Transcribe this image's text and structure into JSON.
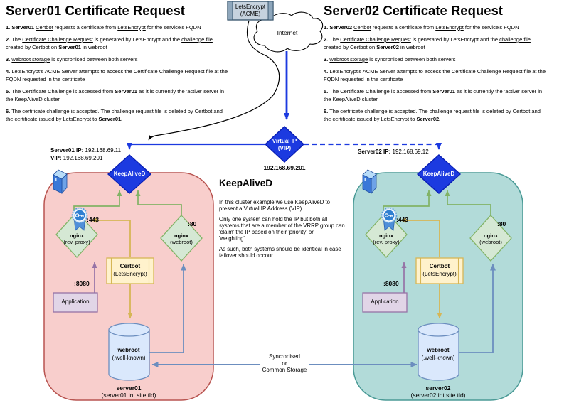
{
  "left_panel": {
    "title": "Server01 Certificate Request",
    "steps": [
      "<b>1. Server01</b> <u>Certbot</u> requests a certificate from <u>LetsEncrypt</u> for the service's FQDN",
      "<b>2.</b> The <u>Certificate Challenge Request</u> is generated by LetsEncrypt and the <u>challenge file</u><br>created by <u>Certbot</u> on <b>Server01</b> in <u>webroot</u>",
      "<b>3.</b> <u>webroot storage</u> is syncronised between both servers",
      "<b>4.</b> LetsEncrypt's ACME Server attempts to access the Certificate Challenge Request file at the<br>FQDN requested in the certificate",
      "<b>5.</b> The Certificate Challenge is accessed from <b>Server01</b> as it is currently the 'active' server in<br>the <u>KeepAliveD cluster</u>",
      "<b>6.</b> The certificate challenge is accepted. The challenge request file is deleted by Certbot and<br>the certificate issued by LetsEncrypt to <b>Server01.</b>"
    ]
  },
  "right_panel": {
    "title": "Server02 Certificate Request",
    "steps": [
      "<b>1. Server02</b> <u>Certbot</u> requests a certificate from <u>LetsEncrypt</u> for the service's FQDN",
      "<b>2.</b> The <u>Certificate Challenge Request</u> is generated by LetsEncrypt and the <u>challenge file</u><br>created by <u>Certbot</u> on <b>Server02</b> in <u>webroot</u>",
      "<b>3.</b> <u>webroot storage</u> is syncronised between both servers",
      "<b>4.</b> LetsEncrypt's ACME Server attempts to access the Certificate Challenge Request file at the<br>FQDN requested in the certificate",
      "<b>5.</b> The Certificate Challenge is accessed from <b>Server01</b> as it is currently the 'active' server in<br>the <u>KeepAliveD cluster</u>",
      "<b>6.</b> The certificate challenge is accepted. The challenge request file is deleted by Certbot and<br>the certificate issued by LetsEncrypt to <b>Server02.</b>"
    ]
  },
  "center": {
    "letsencrypt_label": "LetsEncrypt<br>(ACME)",
    "internet_label": "Internet",
    "vip_label": "Virtual IP<br>(VIP)",
    "vip_address": "192.168.69.201",
    "keepalived_title": "KeepAliveD",
    "keepalived_paragraphs": [
      "In this cluster example we use KeepAliveD to<br>present a Virtual IP Address (VIP).",
      "Only one system can hold the IP but both all<br>systems that are a member of the VRRP group can<br>'claim' the IP based on their 'priority' or<br>'weighting'.",
      "As such, both systems should be identical in case<br>failover should occour."
    ],
    "sync_label": "Syncronised<br>or<br>Common Storage"
  },
  "server01": {
    "ip_lines": "<b>Server01 IP:</b> 192.168.69.11<br><b>VIP:</b> 192.168.69.201",
    "keepalived_label": "KeepAliveD",
    "nginx_proxy_label": "<b>nginx</b><br>(rev. proxy)",
    "port_443": ":443",
    "nginx_webroot_label": "<b>nginx</b><br>(webroot)",
    "port_80": ":80",
    "certbot_label": "<b>Certbot</b><br>(LetsEncrypt)",
    "port_8080": ":8080",
    "application_label": "Application",
    "webroot_label": "<b>webroot</b><br>(.well-known)",
    "hostname_label": "<b>server01</b><br>(server01.int.site.tld)"
  },
  "server02": {
    "ip_lines": "<b>Server02 IP:</b> 192.168.69.12",
    "keepalived_label": "KeepAliveD",
    "nginx_proxy_label": "<b>nginx</b><br>(rev. proxy)",
    "port_443": ":443",
    "nginx_webroot_label": "<b>nginx</b><br>(webroot)",
    "port_80": ":80",
    "certbot_label": "<b>Certbot</b><br>(LetsEncrypt)",
    "port_8080": ":8080",
    "application_label": "Application",
    "webroot_label": "<b>webroot</b><br>(.well-known)",
    "hostname_label": "<b>server02</b><br>(server02.int.site.tld)"
  },
  "colors": {
    "vip_blue": "#1c3ae0",
    "server01_fill": "#f8cecc",
    "server01_stroke": "#b85450",
    "server02_fill": "#b2dbd9",
    "server02_stroke": "#4a9a96",
    "nginx_fill": "#d5e8d4",
    "nginx_stroke": "#82b366",
    "certbot_fill": "#fff2cc",
    "certbot_stroke": "#d6b656",
    "application_fill": "#e1d5e7",
    "application_stroke": "#9673a6",
    "webroot_fill": "#dae8fc",
    "webroot_stroke": "#6c8ebf"
  }
}
